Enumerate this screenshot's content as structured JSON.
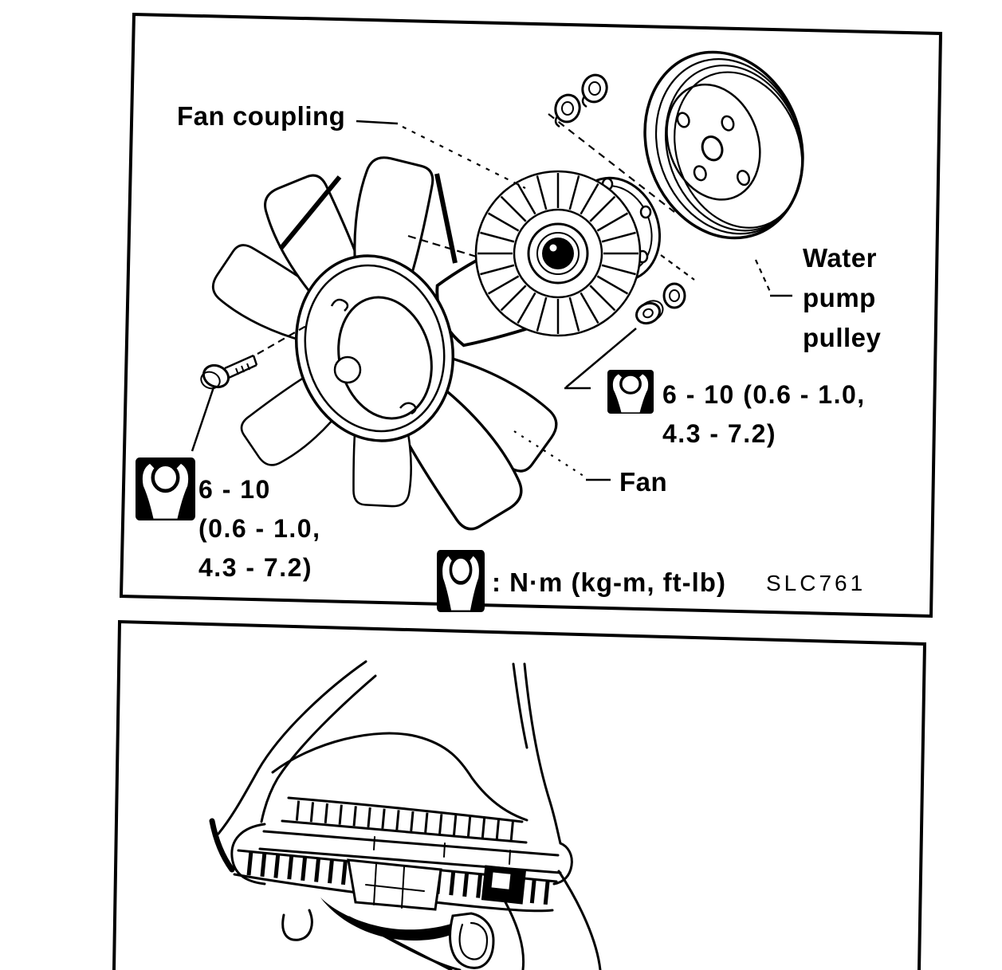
{
  "page": {
    "background": "#ffffff",
    "ink": "#000000"
  },
  "panel_exploded": {
    "labels": {
      "fan_coupling": "Fan coupling",
      "water_pump_pulley": "Water\npump\npulley",
      "fan": "Fan"
    },
    "torque_specs": {
      "fan_bolt": "6 - 10\n(0.6 - 1.0,\n4.3 - 7.2)",
      "pulley_nut": "6 - 10 (0.6 - 1.0,\n4.3 - 7.2)"
    },
    "legend": {
      "torque_unit_note": ": N·m (kg-m, ft-lb)",
      "figure_code": "SLC761"
    },
    "icons": {
      "torque": "torque-wrench-icon"
    }
  }
}
